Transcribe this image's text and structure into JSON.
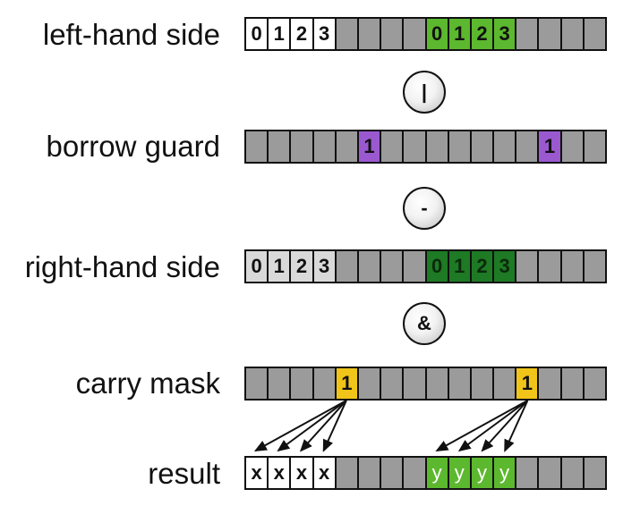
{
  "colors": {
    "gray": "#9b9b9b",
    "white": "#ffffff",
    "light_gray": "#d9d9d9",
    "light_green": "#5cb82e",
    "dark_green": "#1e7a24",
    "purple": "#9b59d0",
    "yellow": "#f0c419",
    "stroke": "#111111"
  },
  "rows": [
    {
      "id": "lhs",
      "label": "left-hand side",
      "cells": [
        {
          "t": "0",
          "c": "white"
        },
        {
          "t": "1",
          "c": "white"
        },
        {
          "t": "2",
          "c": "white"
        },
        {
          "t": "3",
          "c": "white"
        },
        {
          "t": "",
          "c": "gray"
        },
        {
          "t": "",
          "c": "gray"
        },
        {
          "t": "",
          "c": "gray"
        },
        {
          "t": "",
          "c": "gray"
        },
        {
          "t": "0",
          "c": "light_green"
        },
        {
          "t": "1",
          "c": "light_green"
        },
        {
          "t": "2",
          "c": "light_green"
        },
        {
          "t": "3",
          "c": "light_green"
        },
        {
          "t": "",
          "c": "gray"
        },
        {
          "t": "",
          "c": "gray"
        },
        {
          "t": "",
          "c": "gray"
        },
        {
          "t": "",
          "c": "gray"
        }
      ]
    },
    {
      "id": "borrow",
      "label": "borrow guard",
      "cells": [
        {
          "t": "",
          "c": "gray"
        },
        {
          "t": "",
          "c": "gray"
        },
        {
          "t": "",
          "c": "gray"
        },
        {
          "t": "",
          "c": "gray"
        },
        {
          "t": "",
          "c": "gray"
        },
        {
          "t": "1",
          "c": "purple"
        },
        {
          "t": "",
          "c": "gray"
        },
        {
          "t": "",
          "c": "gray"
        },
        {
          "t": "",
          "c": "gray"
        },
        {
          "t": "",
          "c": "gray"
        },
        {
          "t": "",
          "c": "gray"
        },
        {
          "t": "",
          "c": "gray"
        },
        {
          "t": "",
          "c": "gray"
        },
        {
          "t": "1",
          "c": "purple"
        },
        {
          "t": "",
          "c": "gray"
        },
        {
          "t": "",
          "c": "gray"
        }
      ]
    },
    {
      "id": "rhs",
      "label": "right-hand side",
      "cells": [
        {
          "t": "0",
          "c": "light_gray"
        },
        {
          "t": "1",
          "c": "light_gray"
        },
        {
          "t": "2",
          "c": "light_gray"
        },
        {
          "t": "3",
          "c": "light_gray"
        },
        {
          "t": "",
          "c": "gray"
        },
        {
          "t": "",
          "c": "gray"
        },
        {
          "t": "",
          "c": "gray"
        },
        {
          "t": "",
          "c": "gray"
        },
        {
          "t": "0",
          "c": "dark_green"
        },
        {
          "t": "1",
          "c": "dark_green"
        },
        {
          "t": "2",
          "c": "dark_green"
        },
        {
          "t": "3",
          "c": "dark_green"
        },
        {
          "t": "",
          "c": "gray"
        },
        {
          "t": "",
          "c": "gray"
        },
        {
          "t": "",
          "c": "gray"
        },
        {
          "t": "",
          "c": "gray"
        }
      ]
    },
    {
      "id": "carry",
      "label": "carry mask",
      "cells": [
        {
          "t": "",
          "c": "gray"
        },
        {
          "t": "",
          "c": "gray"
        },
        {
          "t": "",
          "c": "gray"
        },
        {
          "t": "",
          "c": "gray"
        },
        {
          "t": "1",
          "c": "yellow"
        },
        {
          "t": "",
          "c": "gray"
        },
        {
          "t": "",
          "c": "gray"
        },
        {
          "t": "",
          "c": "gray"
        },
        {
          "t": "",
          "c": "gray"
        },
        {
          "t": "",
          "c": "gray"
        },
        {
          "t": "",
          "c": "gray"
        },
        {
          "t": "",
          "c": "gray"
        },
        {
          "t": "1",
          "c": "yellow"
        },
        {
          "t": "",
          "c": "gray"
        },
        {
          "t": "",
          "c": "gray"
        },
        {
          "t": "",
          "c": "gray"
        }
      ]
    },
    {
      "id": "result",
      "label": "result",
      "cells": [
        {
          "t": "x",
          "c": "white"
        },
        {
          "t": "x",
          "c": "white"
        },
        {
          "t": "x",
          "c": "white"
        },
        {
          "t": "x",
          "c": "white"
        },
        {
          "t": "",
          "c": "gray"
        },
        {
          "t": "",
          "c": "gray"
        },
        {
          "t": "",
          "c": "gray"
        },
        {
          "t": "",
          "c": "gray"
        },
        {
          "t": "y",
          "c": "light_green"
        },
        {
          "t": "y",
          "c": "light_green"
        },
        {
          "t": "y",
          "c": "light_green"
        },
        {
          "t": "y",
          "c": "light_green"
        },
        {
          "t": "",
          "c": "gray"
        },
        {
          "t": "",
          "c": "gray"
        },
        {
          "t": "",
          "c": "gray"
        },
        {
          "t": "",
          "c": "gray"
        }
      ]
    }
  ],
  "operators": [
    {
      "id": "or",
      "symbol": "|"
    },
    {
      "id": "minus",
      "symbol": "-"
    },
    {
      "id": "and",
      "symbol": "&"
    }
  ]
}
